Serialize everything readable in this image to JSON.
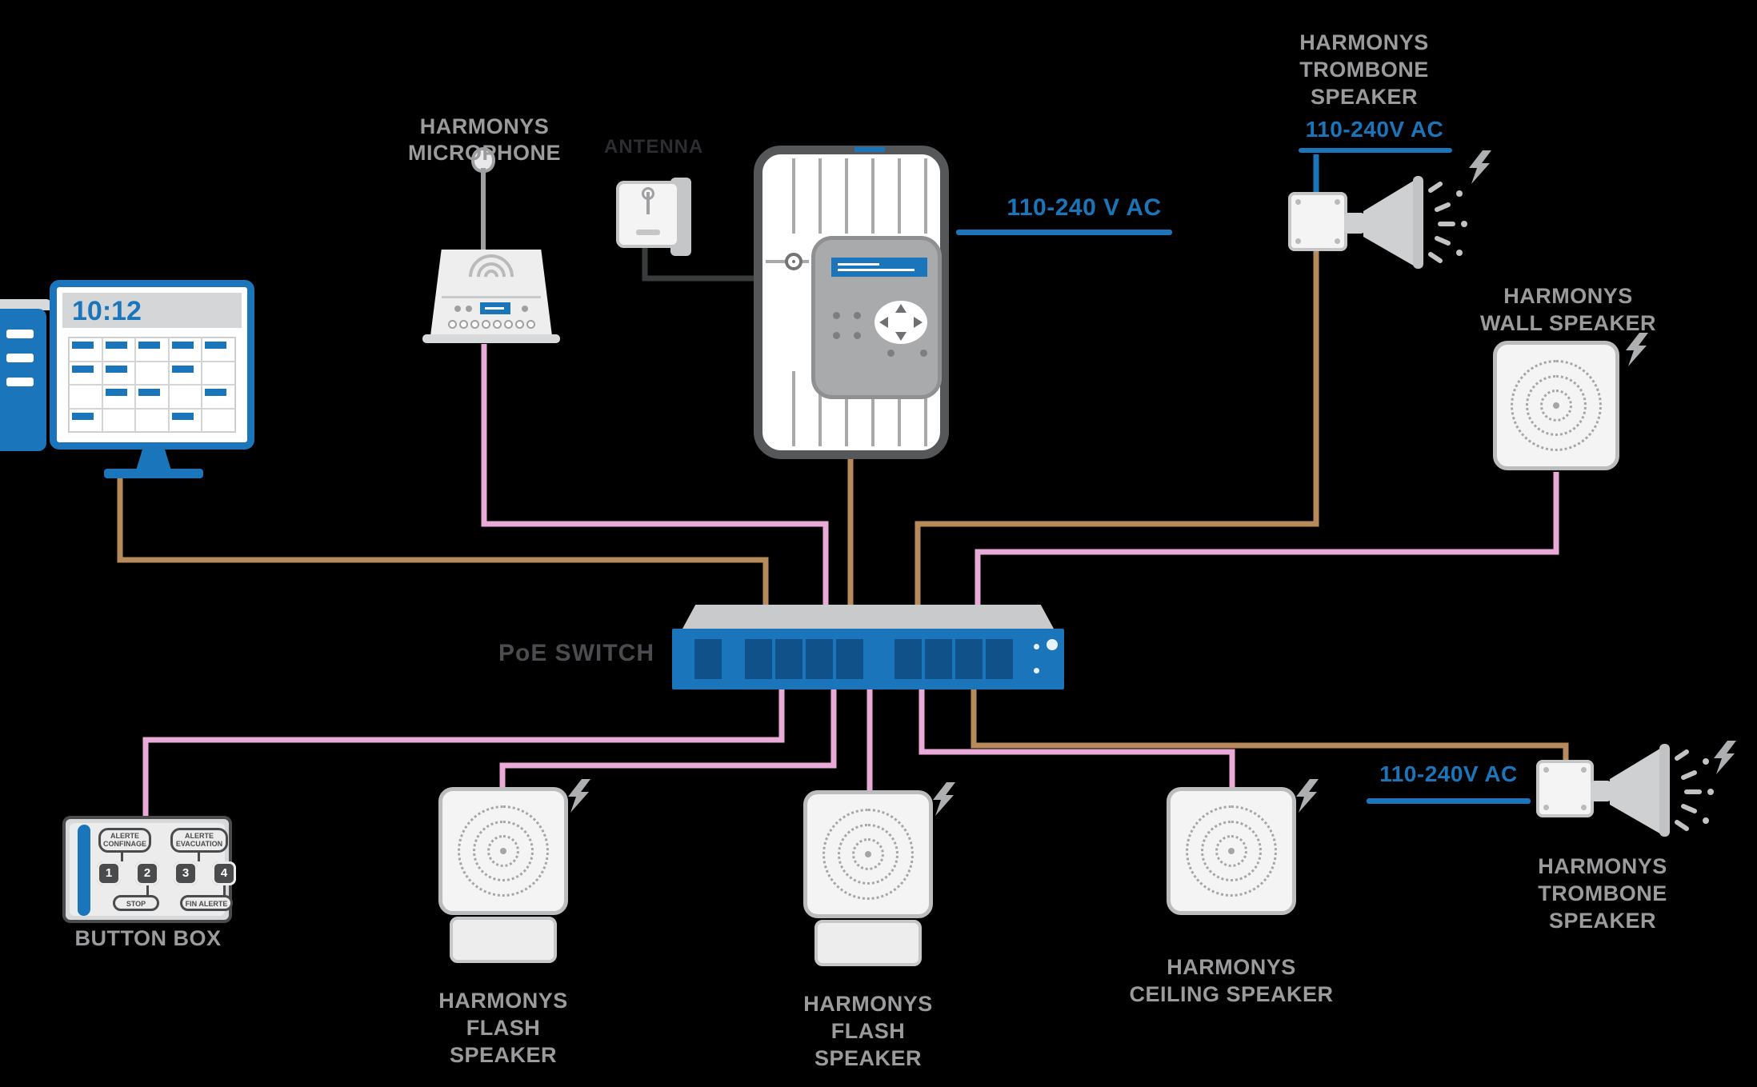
{
  "colors": {
    "background": "#000000",
    "accent_blue": "#1b75bb",
    "port_blue": "#11518a",
    "wire_pink": "#eaaad8",
    "wire_tan": "#b78a5c",
    "label_gray": "#9b9b9d"
  },
  "monitor": {
    "time": "10:12"
  },
  "microphone": {
    "label_line1": "HARMONYS",
    "label_line2": "MICROPHONE"
  },
  "antenna": {
    "label": "ANTENNA"
  },
  "master_clock": {
    "power_label": "110-240 V AC"
  },
  "horn_top": {
    "label_line1": "HARMONYS",
    "label_line2": "TROMBONE",
    "label_line3": "SPEAKER",
    "power_label": "110-240V AC"
  },
  "wall_speaker": {
    "label_line1": "HARMONYS",
    "label_line2": "WALL SPEAKER"
  },
  "poe_switch": {
    "label": "PoE SWITCH"
  },
  "button_box": {
    "caption": "BUTTON BOX",
    "alert_confinage_line1": "ALERTE",
    "alert_confinage_line2": "CONFINAGE",
    "alert_evacuation_line1": "ALERTE",
    "alert_evacuation_line2": "EVACUATION",
    "stop": "STOP",
    "fin_alerte": "FIN ALERTE",
    "buttons": [
      "1",
      "2",
      "3",
      "4"
    ]
  },
  "flash_speaker_1": {
    "label_line1": "HARMONYS",
    "label_line2": "FLASH SPEAKER"
  },
  "flash_speaker_2": {
    "label_line1": "HARMONYS",
    "label_line2": "FLASH SPEAKER"
  },
  "ceiling_speaker": {
    "label_line1": "HARMONYS",
    "label_line2": "CEILING SPEAKER"
  },
  "horn_bottom": {
    "label_line1": "HARMONYS",
    "label_line2": "TROMBONE",
    "label_line3": "SPEAKER",
    "power_label": "110-240V AC"
  }
}
